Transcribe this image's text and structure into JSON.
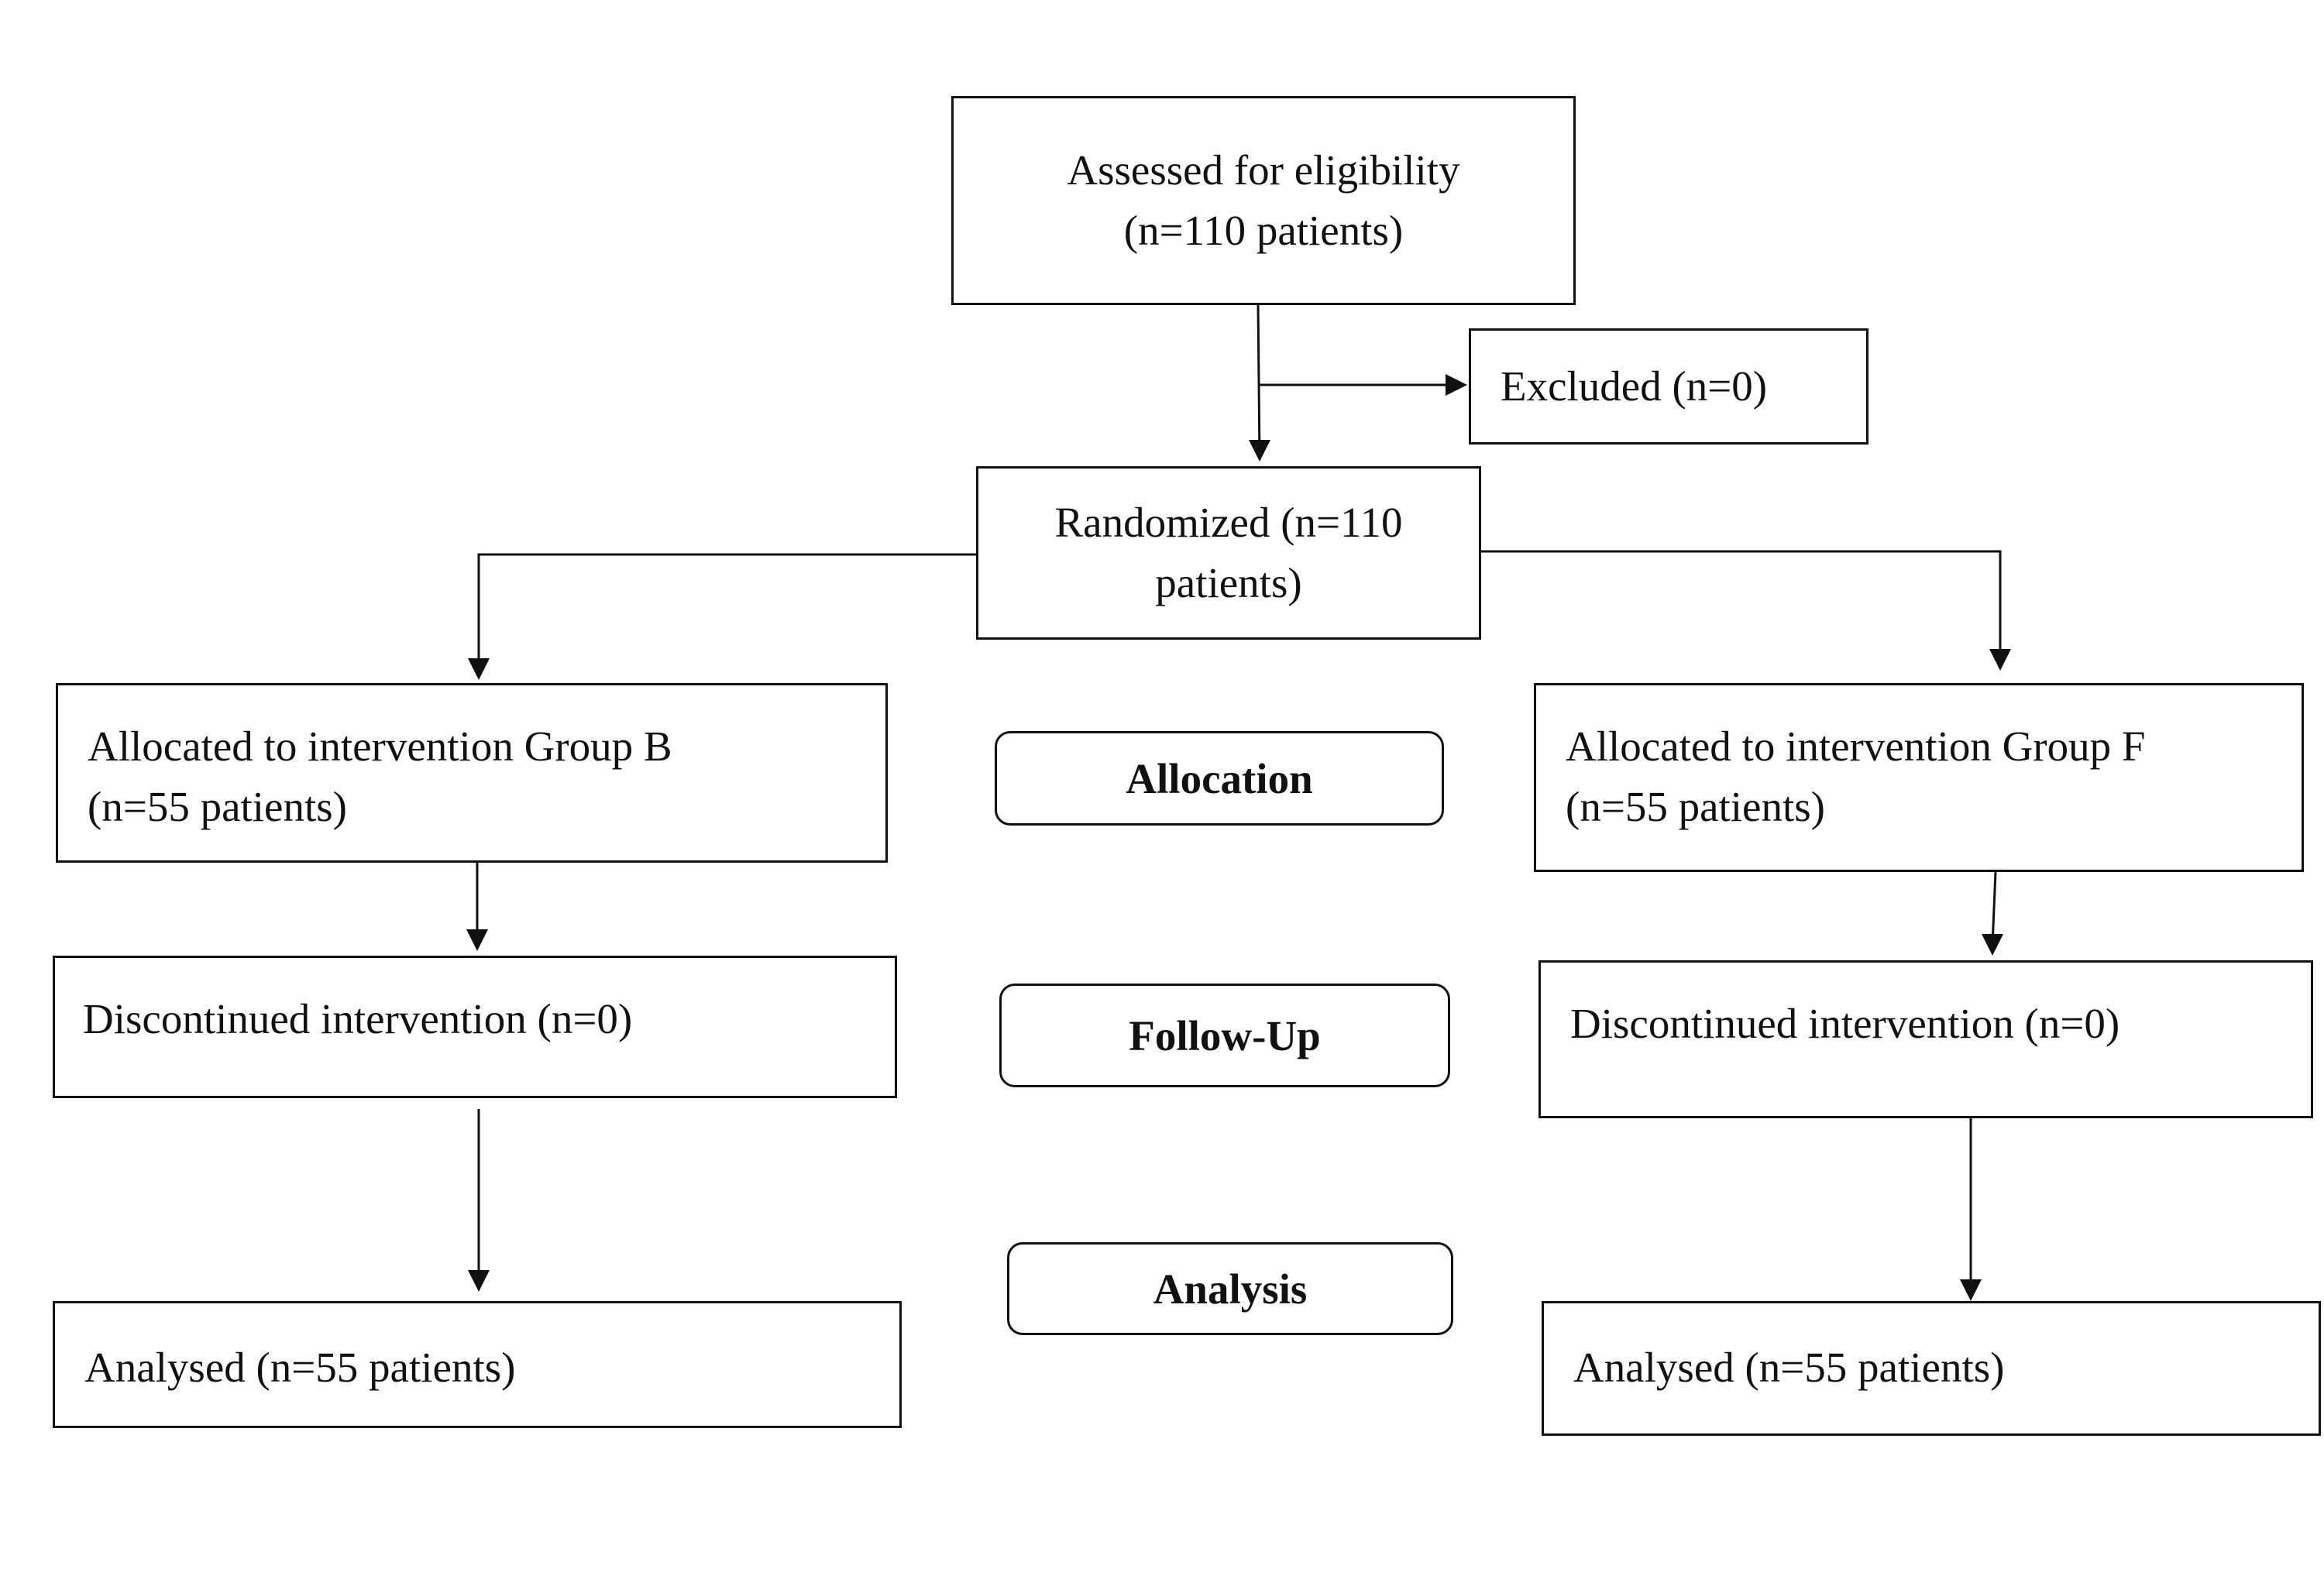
{
  "assessed": {
    "line1": "Assessed for eligibility",
    "line2": "(n=110 patients)"
  },
  "excluded": {
    "text": "Excluded (n=0)"
  },
  "randomized": {
    "line1": "Randomized (n=110",
    "line2": "patients)"
  },
  "stages": {
    "allocation": "Allocation",
    "follow_up": "Follow-Up",
    "analysis": "Analysis"
  },
  "group_b": {
    "allocated_line1": "Allocated to intervention Group B",
    "allocated_line2": "(n=55 patients)",
    "discontinued": "Discontinued intervention (n=0)",
    "analysed": "Analysed (n=55 patients)"
  },
  "group_f": {
    "allocated_line1": "Allocated to intervention Group F",
    "allocated_line2": "(n=55 patients)",
    "discontinued": "Discontinued intervention (n=0)",
    "analysed": "Analysed (n=55 patients)"
  },
  "colors": {
    "line": "#111111",
    "background": "#ffffff"
  }
}
